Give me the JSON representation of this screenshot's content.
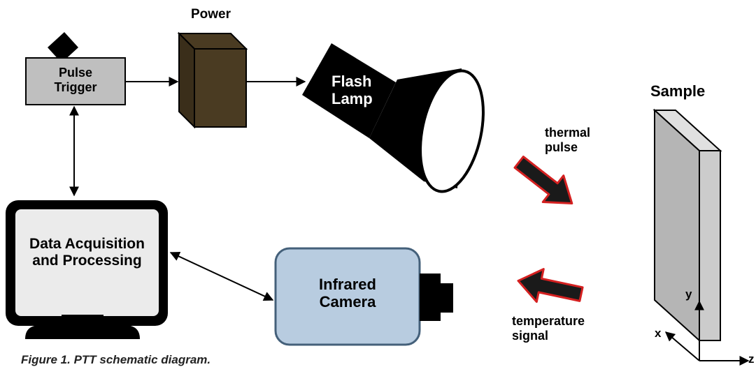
{
  "labels": {
    "power": "Power",
    "pulse_trigger": [
      "Pulse",
      "Trigger"
    ],
    "flash_lamp": [
      "Flash",
      "Lamp"
    ],
    "thermal_pulse": [
      "thermal",
      "pulse"
    ],
    "sample": "Sample",
    "data_acquisition": [
      "Data Acquisition",
      "and Processing"
    ],
    "infrared_camera": [
      "Infrared",
      "Camera"
    ],
    "temperature_signal": [
      "temperature",
      "signal"
    ],
    "axis_x": "x",
    "axis_y": "y",
    "axis_z": "z"
  },
  "caption": "Figure 1. PTT schematic diagram.",
  "colors": {
    "power_box": "#4a3b22",
    "trigger_box": "#bfbfbf",
    "monitor_screen": "#ebebeb",
    "camera_body": "#b8cce0",
    "camera_border": "#44607a",
    "sample_front": "#b5b5b5",
    "signal_arrow": "#1a1a1a",
    "signal_arrow_outline": "#d42020"
  }
}
